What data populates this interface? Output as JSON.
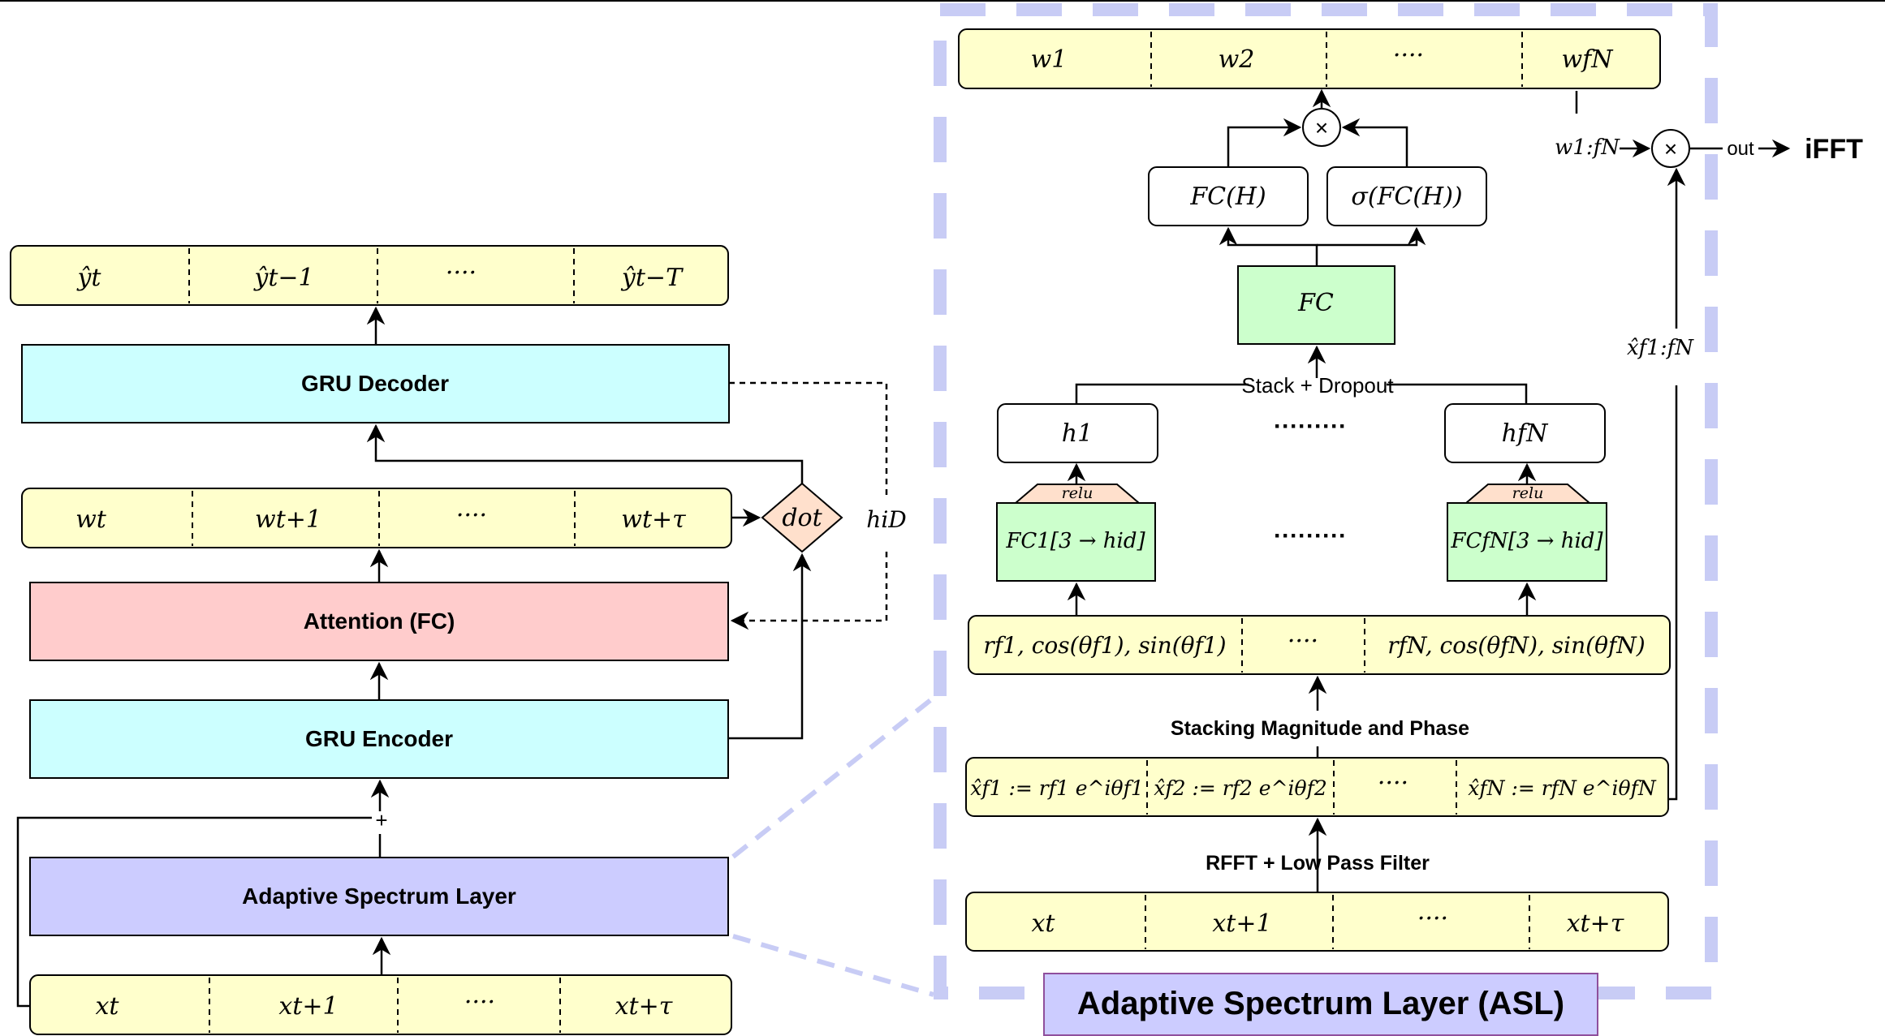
{
  "left": {
    "output_cells": [
      "ŷt",
      "ŷt−1",
      "····",
      "ŷt−T"
    ],
    "gru_decoder": "GRU Decoder",
    "weight_cells": [
      "wt",
      "wt+1",
      "····",
      "wt+τ"
    ],
    "dot": "dot",
    "hidden_label": "hiD",
    "attention": "Attention (FC)",
    "gru_encoder": "GRU Encoder",
    "plus": "+",
    "asl": "Adaptive Spectrum Layer",
    "input_cells": [
      "xt",
      "xt+1",
      "····",
      "xt+τ"
    ]
  },
  "asl": {
    "title": "Adaptive Spectrum Layer (ASL)",
    "weight_cells": [
      "w1",
      "w2",
      "····",
      "wfN"
    ],
    "times": "×",
    "fc_h": "FC(H)",
    "sigma_fc_h": "σ(FC(H))",
    "fc": "FC",
    "stack_dropout": "Stack + Dropout",
    "h_first": "h1",
    "h_last": "hfN",
    "dots_long": "·········",
    "relu": "relu",
    "fc_first": "FC1[3 → hid]",
    "fc_last": "FCfN[3 → hid]",
    "stacked_cells": [
      "rf1, cos(θf1), sin(θf1)",
      "····",
      "rfN, cos(θfN), sin(θfN)"
    ],
    "stacking_label": "Stacking Magnitude and Phase",
    "spectrum_cells": [
      "x̂f1 := rf1 e^iθf1",
      "x̂f2 := rf2 e^iθf2",
      "····",
      "x̂fN := rfN e^iθfN"
    ],
    "rfft_label": "RFFT + Low Pass Filter",
    "input_cells": [
      "xt",
      "xt+1",
      "····",
      "xt+τ"
    ]
  },
  "right": {
    "w_range": "w1:fN",
    "x_range": "x̂f1:fN",
    "out": "out",
    "ifft": "iFFT"
  },
  "colors": {
    "yellow": "#FFFFCC",
    "cyan": "#CCFFFF",
    "pink": "#FFCCCC",
    "lavender": "#CCCCFF",
    "green": "#CCFFCC",
    "peach": "#FFE0CC",
    "dash_blue": "#C8CCF5"
  }
}
